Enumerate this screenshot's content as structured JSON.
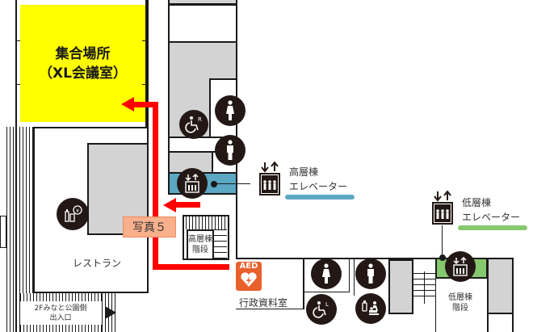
{
  "map": {
    "assembly_area": {
      "line1": "集合場所",
      "line2": "（XL会議室）",
      "color": "#ffff00"
    },
    "restaurant_label": "レストラン",
    "photo_tag": {
      "label": "写真５",
      "color": "#f9b08c"
    },
    "high_rise_stairs": {
      "line1": "高層棟",
      "line2": "階段"
    },
    "low_rise_stairs": {
      "line1": "低層棟",
      "line2": "階段"
    },
    "high_rise_elevator": {
      "line1": "高層棟",
      "line2": "エレベーター",
      "color": "#5ba7c4"
    },
    "low_rise_elevator": {
      "line1": "低層棟",
      "line2": "エレベーター",
      "color": "#86c86d"
    },
    "entrance": {
      "line1": "2Fみなと公園側",
      "line2": "出入口"
    },
    "aed": {
      "label": "AED",
      "color": "#e8612c"
    },
    "admin_library_label": "行政資料室",
    "route_color": "#ff0000",
    "icons": [
      "accessible-toilet-r-icon",
      "womens-toilet-icon",
      "mens-toilet-icon",
      "elevator-icon",
      "vending-machine-icon",
      "aed-icon",
      "accessible-toilet-l-icon",
      "baby-changing-icon"
    ]
  }
}
